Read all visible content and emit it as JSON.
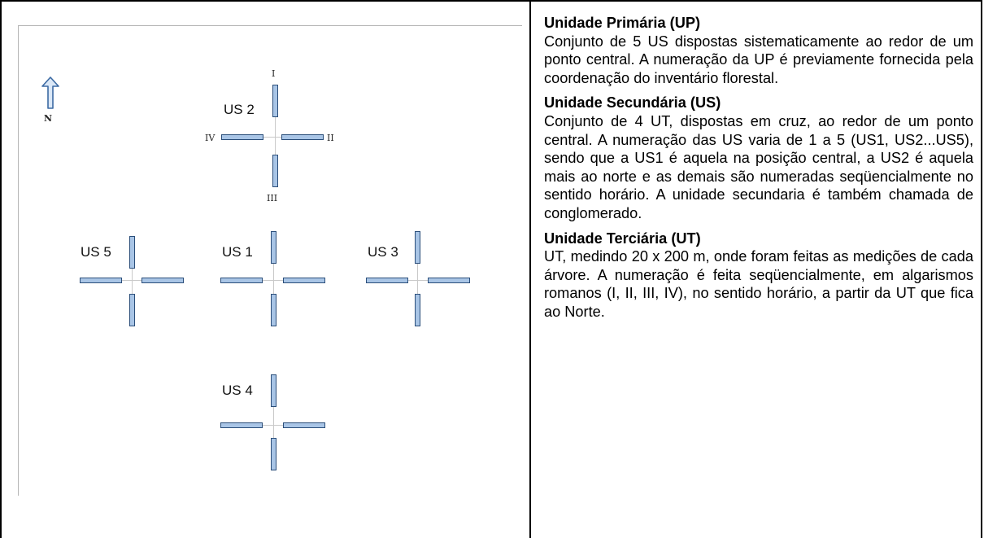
{
  "diagram": {
    "north_label": "N",
    "roman": {
      "I": "I",
      "II": "II",
      "III": "III",
      "IV": "IV"
    },
    "units": [
      {
        "id": "us2",
        "label": "US 2"
      },
      {
        "id": "us5",
        "label": "US 5"
      },
      {
        "id": "us1",
        "label": "US 1"
      },
      {
        "id": "us3",
        "label": "US 3"
      },
      {
        "id": "us4",
        "label": "US 4"
      }
    ]
  },
  "sections": [
    {
      "title": "Unidade Primária (UP)",
      "body": "Conjunto de 5 US dispostas sistematicamente ao redor de um ponto central.  A numeração da UP é previamente fornecida  pela coordenação do inventário florestal."
    },
    {
      "title": "Unidade Secundária (US)",
      "body": "Conjunto de 4 UT,  dispostas em cruz, ao redor de um ponto central. A numeração das US varia de 1 a 5 (US1, US2...US5), sendo que a US1 é aquela na posição central, a US2 é aquela mais ao norte e as demais são numeradas seqüencialmente no sentido horário. A unidade secundaria é também chamada de conglomerado."
    },
    {
      "title": "Unidade Terciária (UT)",
      "body": "UT, medindo 20 x 200 m, onde foram feitas as medições de cada árvore. A numeração é feita seqüencialmente, em algarismos romanos (I, II, III, IV), no sentido horário, a partir da UT que fica ao Norte."
    }
  ]
}
